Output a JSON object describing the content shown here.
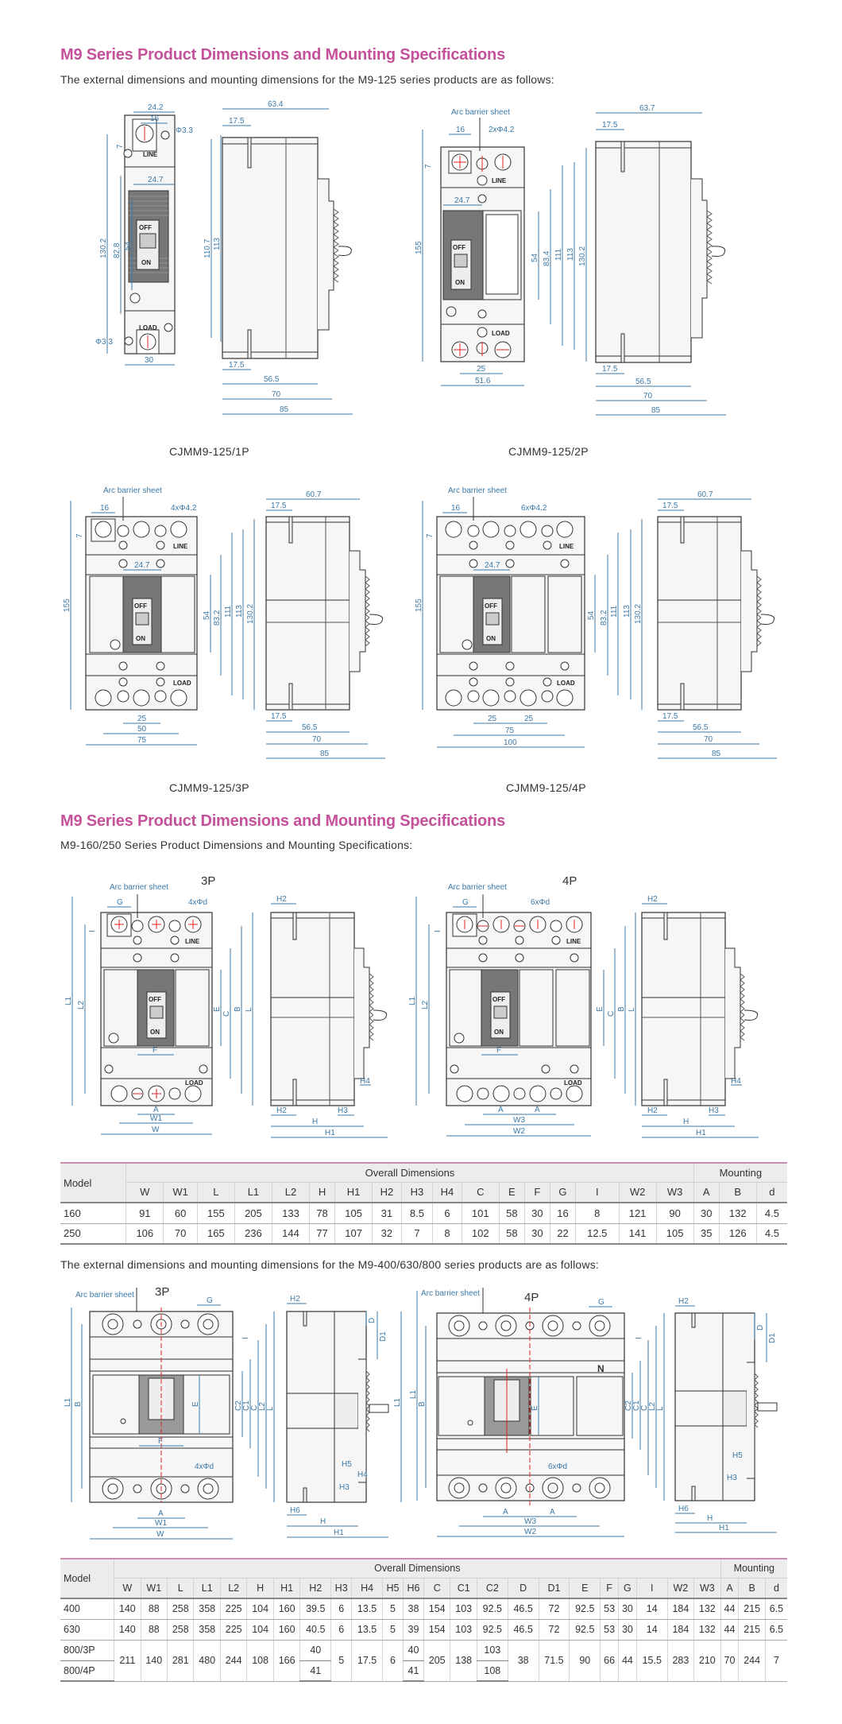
{
  "section1": {
    "heading": "M9 Series Product Dimensions and Mounting Specifications",
    "intro": "The external dimensions and mounting dimensions for the M9-125 series products are as follows:",
    "drawings": [
      {
        "caption": "CJMM9-125/1P",
        "front_dims": [
          "24.2",
          "16",
          "Φ3.3",
          "7",
          "24.7",
          "130.2",
          "82.8",
          "54",
          "110.7",
          "113",
          "Φ3.3",
          "30"
        ],
        "side_dims": [
          "63.4",
          "17.5",
          "17.5",
          "56.5",
          "70",
          "85"
        ],
        "labels": [
          "LINE",
          "OFF",
          "ON",
          "LOAD"
        ]
      },
      {
        "caption": "CJMM9-125/2P",
        "front_dims": [
          "Arc barrier sheet",
          "16",
          "2xΦ4.2",
          "7",
          "24.7",
          "155",
          "54",
          "83.4",
          "111",
          "113",
          "130.2",
          "25",
          "51.6"
        ],
        "side_dims": [
          "63.7",
          "17.5",
          "17.5",
          "56.5",
          "70",
          "85"
        ],
        "labels": [
          "LINE",
          "OFF",
          "ON",
          "LOAD"
        ]
      },
      {
        "caption": "CJMM9-125/3P",
        "front_dims": [
          "Arc barrier sheet",
          "16",
          "4xΦ4.2",
          "7",
          "24.7",
          "155",
          "54",
          "83.2",
          "111",
          "113",
          "130.2",
          "25",
          "50",
          "75"
        ],
        "side_dims": [
          "60.7",
          "17.5",
          "17.5",
          "56.5",
          "70",
          "85"
        ],
        "labels": [
          "LINE",
          "OFF",
          "ON",
          "LOAD"
        ]
      },
      {
        "caption": "CJMM9-125/4P",
        "front_dims": [
          "Arc barrier sheet",
          "16",
          "6xΦ4.2",
          "7",
          "24.7",
          "155",
          "54",
          "83.2",
          "111",
          "113",
          "130.2",
          "25",
          "25",
          "75",
          "100"
        ],
        "side_dims": [
          "60.7",
          "17.5",
          "17.5",
          "56.5",
          "70",
          "85"
        ],
        "labels": [
          "LINE",
          "OFF",
          "ON",
          "LOAD"
        ]
      }
    ]
  },
  "section2": {
    "heading": "M9 Series Product Dimensions and Mounting Specifications",
    "intro": "M9-160/250 Series Product Dimensions and Mounting Specifications:",
    "drawings": [
      {
        "pole": "3P",
        "front_dims": [
          "Arc barrier sheet",
          "G",
          "4xΦd",
          "I",
          "L1",
          "L2",
          "E",
          "C",
          "B",
          "L",
          "F",
          "A",
          "W1",
          "W"
        ],
        "side_dims": [
          "H2",
          "H2",
          "H3",
          "H4",
          "H",
          "H1"
        ],
        "labels": [
          "LINE",
          "OFF",
          "ON",
          "LOAD"
        ]
      },
      {
        "pole": "4P",
        "front_dims": [
          "Arc barrier sheet",
          "G",
          "6xΦd",
          "I",
          "L1",
          "L2",
          "E",
          "C",
          "B",
          "L",
          "F",
          "A",
          "A",
          "W3",
          "W2"
        ],
        "side_dims": [
          "H2",
          "H2",
          "H3",
          "H4",
          "H",
          "H1"
        ],
        "labels": [
          "LINE",
          "OFF",
          "ON",
          "LOAD"
        ]
      }
    ],
    "table": {
      "group_model": "Model",
      "group_overall": "Overall Dimensions",
      "group_mounting": "Mounting",
      "columns": [
        "W",
        "W1",
        "L",
        "L1",
        "L2",
        "H",
        "H1",
        "H2",
        "H3",
        "H4",
        "C",
        "E",
        "F",
        "G",
        "I",
        "W2",
        "W3",
        "A",
        "B",
        "d"
      ],
      "rows": [
        {
          "model": "160",
          "values": [
            "91",
            "60",
            "155",
            "205",
            "133",
            "78",
            "105",
            "31",
            "8.5",
            "6",
            "101",
            "58",
            "30",
            "16",
            "8",
            "121",
            "90",
            "30",
            "132",
            "4.5"
          ]
        },
        {
          "model": "250",
          "values": [
            "106",
            "70",
            "165",
            "236",
            "144",
            "77",
            "107",
            "32",
            "7",
            "8",
            "102",
            "58",
            "30",
            "22",
            "12.5",
            "141",
            "105",
            "35",
            "126",
            "4.5"
          ]
        }
      ]
    }
  },
  "section3": {
    "intro": "The external dimensions and mounting dimensions for the M9-400/630/800 series products are as follows:",
    "drawings": [
      {
        "pole": "3P",
        "front_dims": [
          "Arc barrier sheet",
          "G",
          "I",
          "L1",
          "B",
          "E",
          "C2",
          "C1",
          "C",
          "L2",
          "L",
          "F",
          "4xΦd",
          "A",
          "W1",
          "W"
        ],
        "side_dims": [
          "H2",
          "D",
          "D1",
          "H5",
          "H4",
          "H3",
          "H6",
          "H",
          "H1",
          "L1"
        ]
      },
      {
        "pole": "4P",
        "front_dims": [
          "Arc barrier sheet",
          "G",
          "I",
          "L1",
          "B",
          "E",
          "C2",
          "C1",
          "C",
          "L2",
          "L",
          "6xΦd",
          "A",
          "A",
          "W3",
          "W2",
          "N"
        ],
        "side_dims": [
          "H2",
          "D",
          "D1",
          "H5",
          "H3",
          "H6",
          "H",
          "H1"
        ]
      }
    ],
    "table": {
      "group_model": "Model",
      "group_overall": "Overall Dimensions",
      "group_mounting": "Mounting",
      "columns": [
        "W",
        "W1",
        "L",
        "L1",
        "L2",
        "H",
        "H1",
        "H2",
        "H3",
        "H4",
        "H5",
        "H6",
        "C",
        "C1",
        "C2",
        "D",
        "D1",
        "E",
        "F",
        "G",
        "I",
        "W2",
        "W3",
        "A",
        "B",
        "d"
      ],
      "rows": [
        {
          "model": "400",
          "values": [
            "140",
            "88",
            "258",
            "358",
            "225",
            "104",
            "160",
            "39.5",
            "6",
            "13.5",
            "5",
            "38",
            "154",
            "103",
            "92.5",
            "46.5",
            "72",
            "92.5",
            "53",
            "30",
            "14",
            "184",
            "132",
            "44",
            "215",
            "6.5"
          ]
        },
        {
          "model": "630",
          "values": [
            "140",
            "88",
            "258",
            "358",
            "225",
            "104",
            "160",
            "40.5",
            "6",
            "13.5",
            "5",
            "39",
            "154",
            "103",
            "92.5",
            "46.5",
            "72",
            "92.5",
            "53",
            "30",
            "14",
            "184",
            "132",
            "44",
            "215",
            "6.5"
          ]
        }
      ],
      "row_800": {
        "models": [
          "800/3P",
          "800/4P"
        ],
        "W": "211",
        "W1": "140",
        "L": "281",
        "L1": "480",
        "L2": "244",
        "H": "108",
        "H1": "166",
        "H2": [
          "40",
          "41"
        ],
        "H3": "5",
        "H4": "17.5",
        "H5": "6",
        "H6": [
          "40",
          "41"
        ],
        "C": "205",
        "C1": "138",
        "C2": [
          "103",
          "108"
        ],
        "D": "38",
        "D1": "71.5",
        "E": "90",
        "F": "66",
        "G": "44",
        "I": "15.5",
        "W2": "283",
        "W3": "210",
        "A": "70",
        "B": "244",
        "d": "7"
      }
    }
  },
  "colors": {
    "heading": "#c4519a",
    "dimension": "#3b79a8",
    "table_header_bg": "#ececec",
    "table_top_rule": "#c98fb0"
  }
}
